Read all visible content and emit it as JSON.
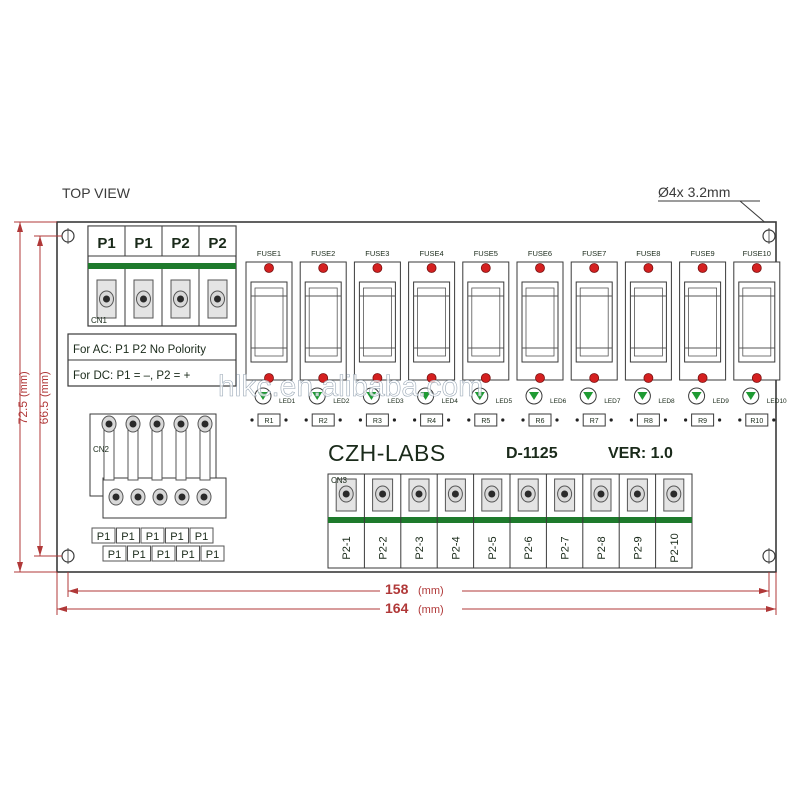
{
  "header": {
    "view_label": "TOP VIEW",
    "hole_label": "Ø4x  3.2mm"
  },
  "brand": {
    "name": "CZH-LABS",
    "model": "D-1125",
    "version": "VER: 1.0"
  },
  "watermark": "hlkc.en.alibaba.com",
  "notes": {
    "ac": "For AC: P1 P2 No Polority",
    "dc": "For DC: P1 = –, P2 = +"
  },
  "cn1": {
    "label": "CN1",
    "pins": [
      "P1",
      "P1",
      "P2",
      "P2"
    ]
  },
  "cn2": {
    "label": "CN2",
    "pins_top": [
      "P1",
      "P1",
      "P1",
      "P1",
      "P1"
    ],
    "pins_bottom": [
      "P1",
      "P1",
      "P1",
      "P1",
      "P1"
    ]
  },
  "cn3": {
    "label": "CN3",
    "pins": [
      "P2-1",
      "P2-2",
      "P2-3",
      "P2-4",
      "P2-5",
      "P2-6",
      "P2-7",
      "P2-8",
      "P2-9",
      "P2-10"
    ]
  },
  "fuses": [
    "FUSE1",
    "FUSE2",
    "FUSE3",
    "FUSE4",
    "FUSE5",
    "FUSE6",
    "FUSE7",
    "FUSE8",
    "FUSE9",
    "FUSE10"
  ],
  "leds": [
    "LED1",
    "LED2",
    "LED3",
    "LED4",
    "LED5",
    "LED6",
    "LED7",
    "LED8",
    "LED9",
    "LED10"
  ],
  "resistors": [
    "R1",
    "R2",
    "R3",
    "R4",
    "R5",
    "R6",
    "R7",
    "R8",
    "R9",
    "R10"
  ],
  "dimensions": {
    "width_inner": "158",
    "width_outer": "164",
    "height_inner": "66.5",
    "height_outer": "72.5",
    "unit": "(mm)"
  },
  "colors": {
    "outline": "#3a3a3a",
    "dimension": "#b03838",
    "pcb_green": "#1e7a2c",
    "fuse_red": "#d42020",
    "led_green": "#1e9a32",
    "dark_text": "#1a2a1a"
  }
}
